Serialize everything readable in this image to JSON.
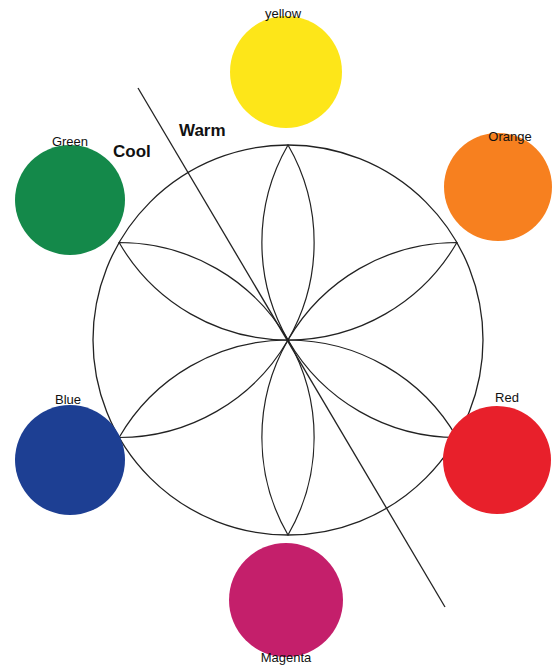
{
  "diagram": {
    "nodes": [
      {
        "text": [
          "yellow"
        ]
      },
      {
        "text": [
          "Green"
        ]
      },
      {
        "text": [
          "Orange"
        ]
      },
      {
        "text": [
          "Blue"
        ]
      },
      {
        "text": [
          "Red"
        ]
      },
      {
        "text": [
          "Magenta"
        ]
      }
    ],
    "labels": [
      "Cool",
      "Warm"
    ]
  }
}
